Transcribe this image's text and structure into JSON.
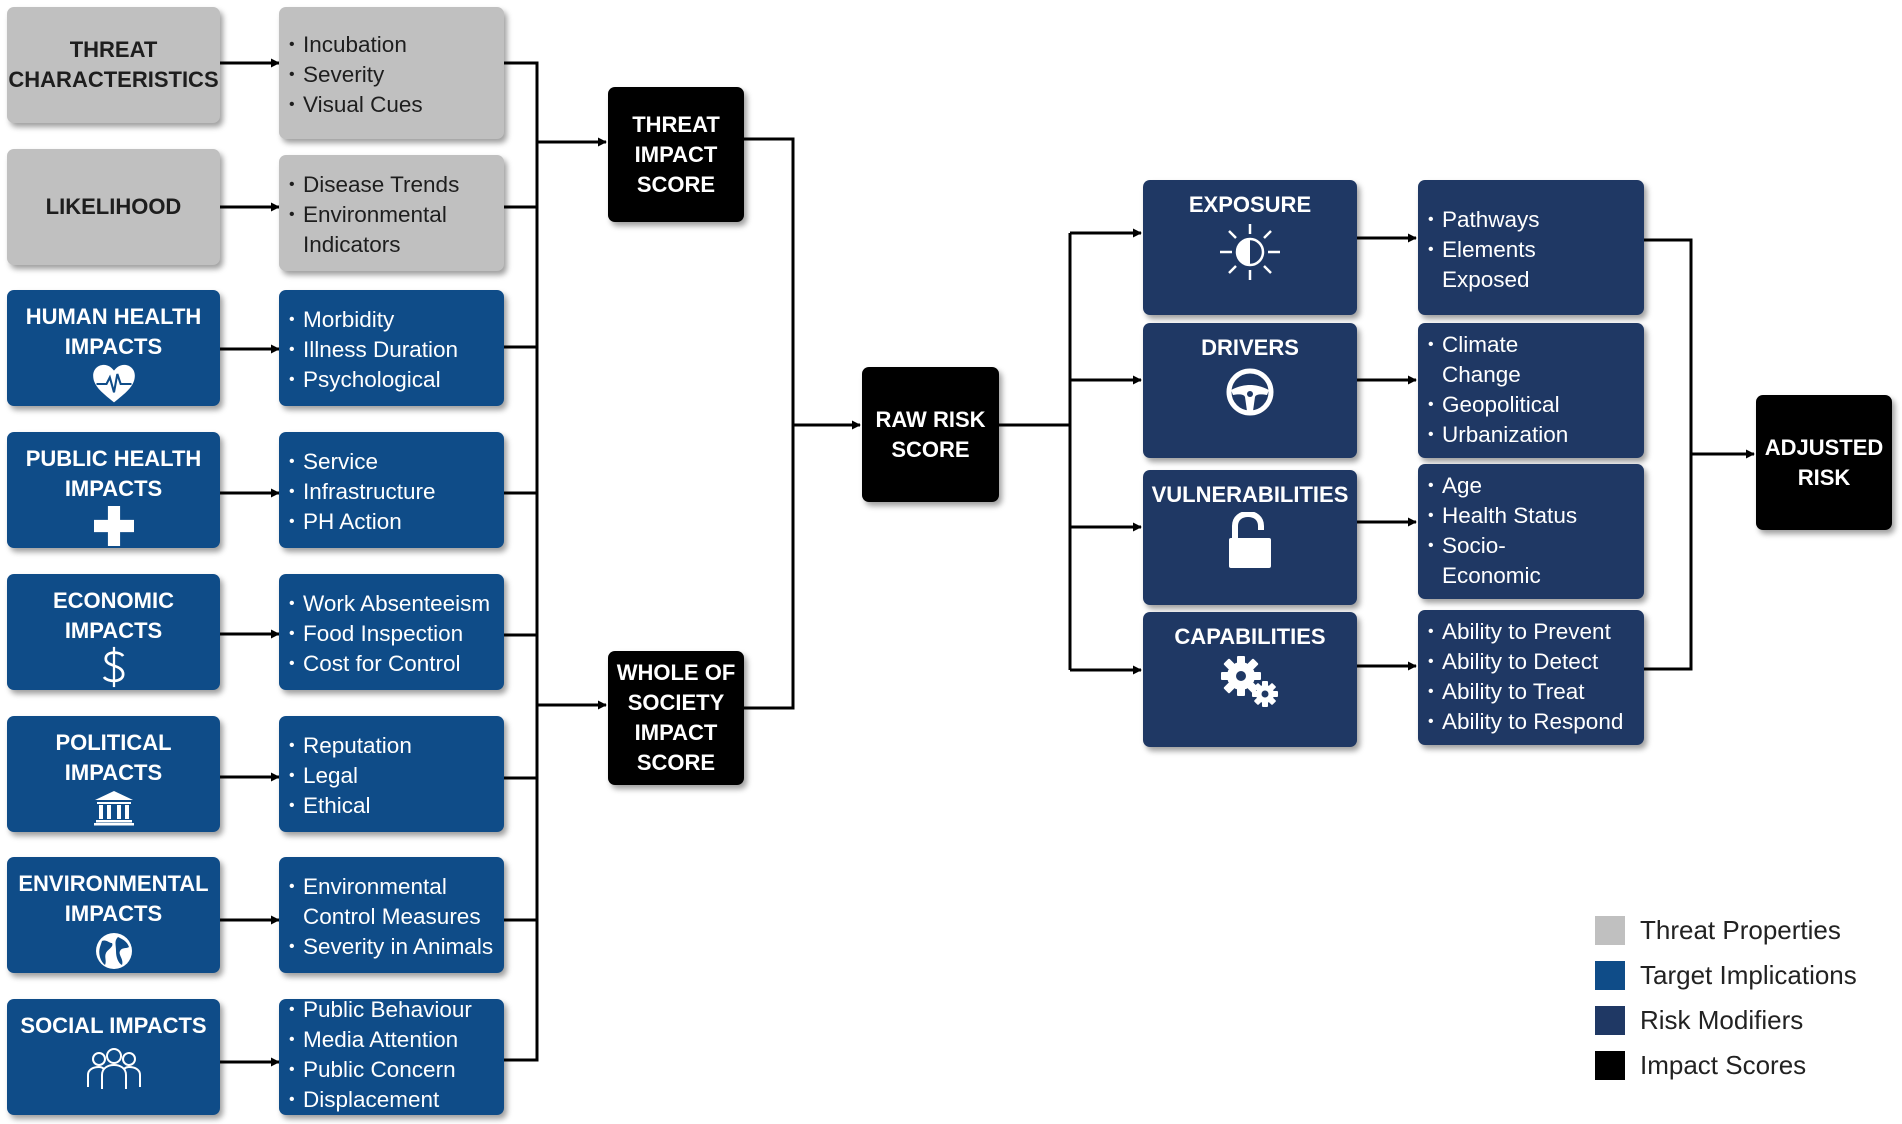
{
  "colors": {
    "threat_properties": "#c0c0c0",
    "target_implications": "#0f4c88",
    "risk_modifiers": "#1f3864",
    "impact_scores": "#000000"
  },
  "categories": [
    {
      "title": "THREAT\nCHARACTERISTICS",
      "icon": "",
      "color": "grey",
      "items": [
        "Incubation",
        "Severity",
        "Visual Cues"
      ]
    },
    {
      "title": "LIKELIHOOD",
      "icon": "",
      "color": "grey",
      "items": [
        "Disease Trends",
        "Environmental\nIndicators"
      ]
    },
    {
      "title": "HUMAN HEALTH\nIMPACTS",
      "icon": "heart-rate-icon",
      "color": "blue",
      "items": [
        "Morbidity",
        "Illness Duration",
        "Psychological"
      ]
    },
    {
      "title": "PUBLIC HEALTH\nIMPACTS",
      "icon": "medical-cross-icon",
      "color": "blue",
      "items": [
        "Service",
        "Infrastructure",
        "PH Action"
      ]
    },
    {
      "title": "ECONOMIC\nIMPACTS",
      "icon": "dollar-icon",
      "color": "blue",
      "items": [
        "Work Absenteeism",
        "Food Inspection",
        "Cost for Control"
      ]
    },
    {
      "title": "POLITICAL\nIMPACTS",
      "icon": "government-building-icon",
      "color": "blue",
      "items": [
        "Reputation",
        "Legal",
        "Ethical"
      ]
    },
    {
      "title": "ENVIRONMENTAL\nIMPACTS",
      "icon": "globe-icon",
      "color": "blue",
      "items": [
        "Environmental\nControl Measures",
        "Severity in Animals"
      ]
    },
    {
      "title": "SOCIAL IMPACTS",
      "icon": "people-icon",
      "color": "blue",
      "items": [
        "Public Behaviour",
        "Media Attention",
        "Public Concern",
        "Displacement"
      ]
    }
  ],
  "scores": {
    "threat_impact": "THREAT\nIMPACT\nSCORE",
    "whole_society_impact": "WHOLE OF\nSOCIETY\nIMPACT\nSCORE",
    "raw_risk": "RAW RISK\nSCORE",
    "adjusted_risk": "ADJUSTED\nRISK"
  },
  "modifiers": [
    {
      "title": "EXPOSURE",
      "icon": "brightness-icon",
      "items": [
        "Pathways",
        "Elements\nExposed"
      ]
    },
    {
      "title": "DRIVERS",
      "icon": "steering-wheel-icon",
      "items": [
        "Climate\nChange",
        "Geopolitical",
        "Urbanization"
      ]
    },
    {
      "title": "VULNERABILITIES",
      "icon": "unlocked-padlock-icon",
      "items": [
        "Age",
        "Health Status",
        "Socio-\nEconomic"
      ]
    },
    {
      "title": "CAPABILITIES",
      "icon": "gears-icon",
      "items": [
        "Ability to Prevent",
        "Ability to Detect",
        "Ability to Treat",
        "Ability to Respond"
      ]
    }
  ],
  "legend": [
    {
      "label": "Threat Properties",
      "color": "#c0c0c0"
    },
    {
      "label": "Target Implications",
      "color": "#0f4c88"
    },
    {
      "label": "Risk Modifiers",
      "color": "#1f3864"
    },
    {
      "label": "Impact Scores",
      "color": "#000000"
    }
  ]
}
